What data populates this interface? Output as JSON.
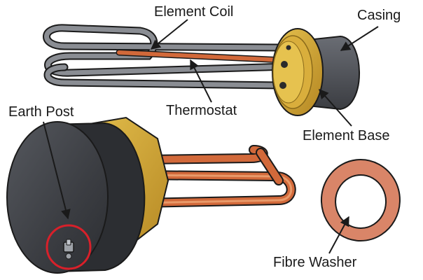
{
  "diagram": {
    "labels": {
      "element_coil": "Element Coil",
      "casing": "Casing",
      "earth_post": "Earth Post",
      "thermostat": "Thermostat",
      "element_base": "Element Base",
      "fibre_washer": "Fibre Washer"
    },
    "colors": {
      "outline": "#1a1a1a",
      "coil_grey": "#8a8d93",
      "copper": "#d2693a",
      "copper_dark": "#9c4423",
      "brass": "#c99b2e",
      "brass_light": "#e6c24f",
      "casing_dark": "#3b3d42",
      "casing_mid": "#5d6067",
      "washer": "#d98568",
      "highlight_ring": "#d8202a"
    }
  }
}
